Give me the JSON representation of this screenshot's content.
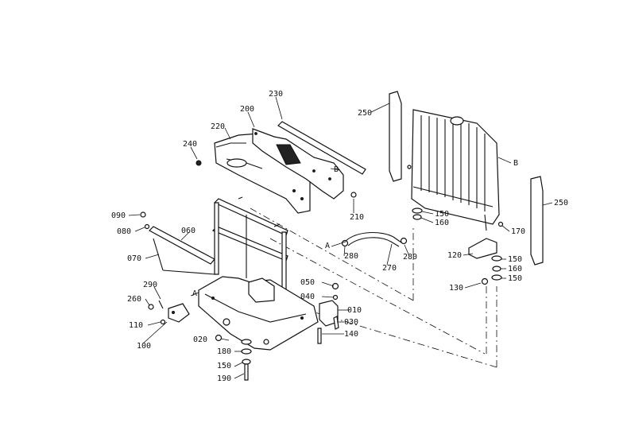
{
  "callouts": {
    "p010": "010",
    "p020": "020",
    "p030": "030",
    "p040": "040",
    "p050": "050",
    "p060": "060",
    "p070": "070",
    "p080": "080",
    "p090": "090",
    "p100": "100",
    "p110": "110",
    "p120": "120",
    "p130": "130",
    "p140": "140",
    "p150a": "150",
    "p150b": "150",
    "p150c": "150",
    "p150d": "150",
    "p160a": "160",
    "p160b": "160",
    "p170": "170",
    "p180": "180",
    "p190": "190",
    "p200": "200",
    "p210": "210",
    "p220": "220",
    "p230": "230",
    "p240": "240",
    "p250a": "250",
    "p250b": "250",
    "p260": "260",
    "p270": "270",
    "p280a": "280",
    "p280b": "280",
    "p290": "290"
  },
  "refs": {
    "a1": "A",
    "a2": "A",
    "b1": "B",
    "b2": "B"
  }
}
